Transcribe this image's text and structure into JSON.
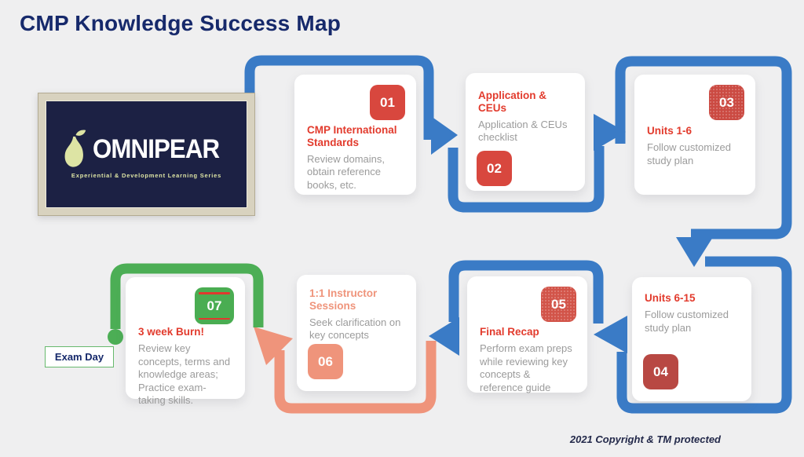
{
  "page": {
    "title": "CMP Knowledge Success Map",
    "footer": "2021 Copyright & TM protected"
  },
  "colors": {
    "title_navy": "#16296b",
    "flow_blue": "#3a7bc6",
    "flow_salmon": "#ef947b",
    "flow_green": "#4cae55",
    "step_red": "#e23b2d"
  },
  "logo": {
    "brand": "OMNIPEAR",
    "tagline": "Experiential & Development Learning Series"
  },
  "exam_day": {
    "label": "Exam Day"
  },
  "steps": [
    {
      "number": "01",
      "title": "CMP International Standards",
      "body": "Review domains, obtain reference books, etc.",
      "badge_color": "#d8473e",
      "title_color": "#e23b2d"
    },
    {
      "number": "02",
      "title": "Application & CEUs",
      "body": "Application & CEUs checklist",
      "badge_color": "#d8473e",
      "title_color": "#e23b2d"
    },
    {
      "number": "03",
      "title": "Units 1-6",
      "body": "Follow customized study plan",
      "badge_color": "#cb4a42",
      "title_color": "#e23b2d"
    },
    {
      "number": "04",
      "title": "Units 6-15",
      "body": "Follow customized study plan",
      "badge_color": "#b84843",
      "title_color": "#e23b2d"
    },
    {
      "number": "05",
      "title": "Final Recap",
      "body": "Perform exam preps while reviewing key concepts & reference guide",
      "badge_color": "#d25449",
      "title_color": "#e23b2d"
    },
    {
      "number": "06",
      "title": "1:1 Instructor Sessions",
      "body": "Seek clarification on key concepts",
      "badge_color": "#ef947b",
      "title_color": "#ef947b"
    },
    {
      "number": "07",
      "title": "3 week Burn!",
      "body": "Review key concepts, terms and knowledge areas; Practice exam-taking skills.",
      "badge_color": "#4aad52",
      "title_color": "#e23b2d"
    }
  ]
}
